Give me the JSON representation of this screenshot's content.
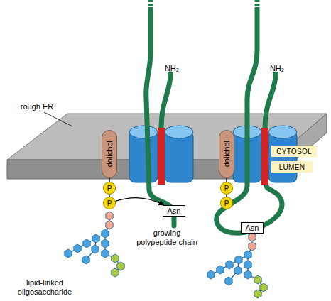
{
  "diagram": {
    "nodes": [
      {
        "text": [
          "CYTOSOL"
        ]
      },
      {
        "text": [
          "dolichol"
        ]
      },
      {
        "text": [
          "P"
        ]
      },
      {
        "text": [
          "P"
        ]
      },
      {
        "text": [
          "Asn"
        ]
      },
      {
        "text": [
          "dolichol"
        ]
      },
      {
        "text": [
          "P"
        ]
      },
      {
        "text": [
          "P"
        ]
      },
      {
        "text": [
          "LUMEN"
        ]
      },
      {
        "text": [
          "Asn"
        ]
      }
    ],
    "edges": [
      {
        "from": 1,
        "to": 2,
        "arrow": "none"
      },
      {
        "from": 2,
        "to": 3,
        "arrow": "none"
      },
      {
        "from": 3,
        "to": 4,
        "arrow": "to"
      },
      {
        "from": 5,
        "to": 6,
        "arrow": "none"
      },
      {
        "from": 6,
        "to": 7,
        "arrow": "none"
      }
    ],
    "labels": [
      "rough ER",
      "NH₂",
      "NH₂",
      "growing polypeptide chain",
      "lipid-linked oligosaccharide"
    ]
  }
}
